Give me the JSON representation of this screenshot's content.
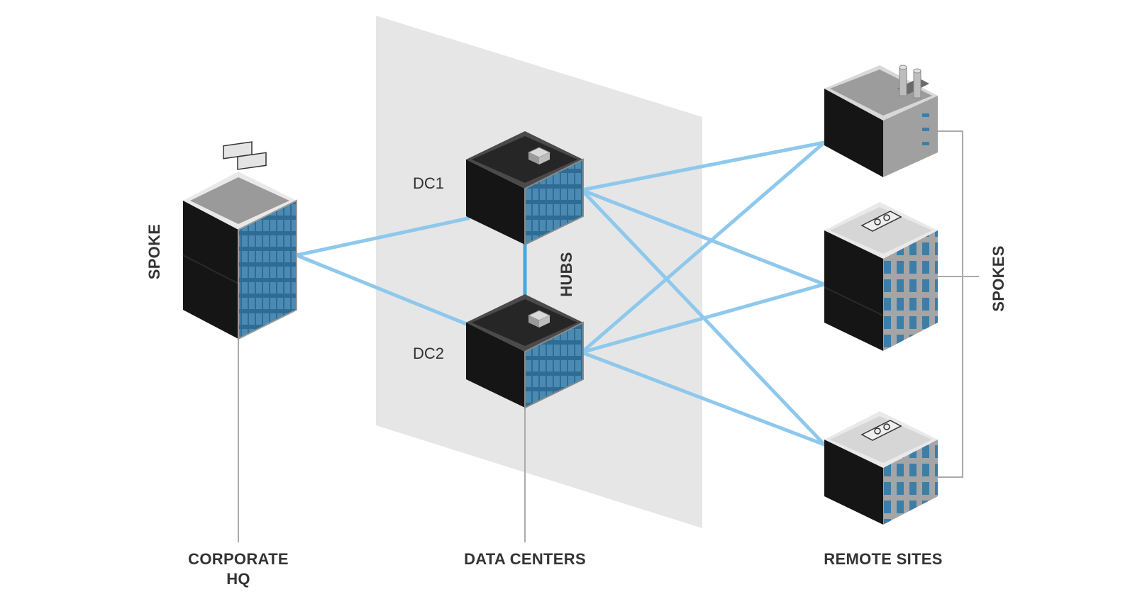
{
  "labels": {
    "spoke": "SPOKE",
    "hubs": "HUBS",
    "spokes": "SPOKES",
    "dc1": "DC1",
    "dc2": "DC2",
    "corporate_line1": "CORPORATE",
    "corporate_line2": "HQ",
    "data_centers": "DATA CENTERS",
    "remote_sites": "REMOTE SITES"
  },
  "colors": {
    "link": "#8ec8ec",
    "panel": "#e6e6e6",
    "building_dark": "#151515",
    "glass": "#3f7fa8",
    "roof_gray": "#b9b9b9",
    "leader": "#aaaaaa",
    "text": "#333333"
  },
  "icons": [
    "corporate-hq-building-icon",
    "dc1-building-icon",
    "dc2-building-icon",
    "factory-icon",
    "office-building-icon",
    "small-office-icon"
  ]
}
